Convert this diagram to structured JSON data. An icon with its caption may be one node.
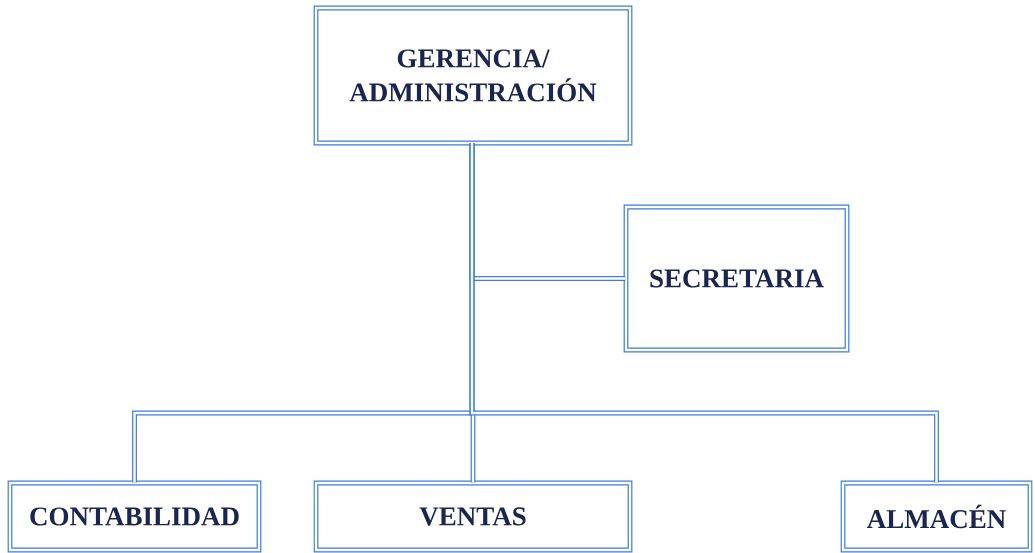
{
  "diagram": {
    "nodes": [
      {
        "text": [
          "GERENCIA/ ADMINISTRACIÓN"
        ]
      },
      {
        "text": [
          "SECRETARIA"
        ]
      },
      {
        "text": [
          "CONTABILIDAD"
        ]
      },
      {
        "text": [
          "VENTAS"
        ]
      },
      {
        "text": [
          "ALMACÉN"
        ]
      }
    ],
    "edges": [
      {
        "from": 0,
        "to": 1,
        "arrow": "none"
      },
      {
        "from": 0,
        "to": 2,
        "arrow": "none"
      },
      {
        "from": 0,
        "to": 3,
        "arrow": "none"
      },
      {
        "from": 0,
        "to": 4,
        "arrow": "none"
      }
    ]
  }
}
